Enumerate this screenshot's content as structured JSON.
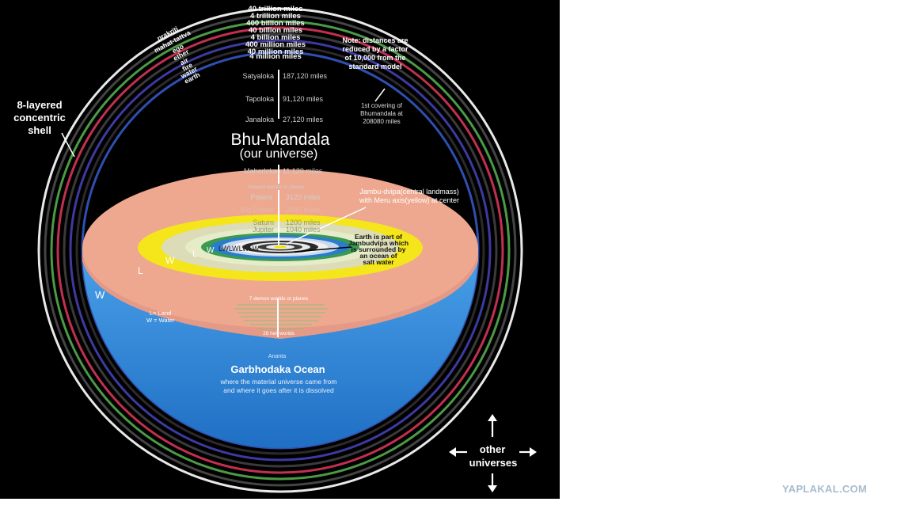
{
  "diagram": {
    "shell_distances": [
      "40 trillion miles",
      "4 trillion miles",
      "400 billion miles",
      "40 billion miles",
      "4 billion miles",
      "400 million miles",
      "40 million miles",
      "4 million miles"
    ],
    "shell_elements": [
      "prakriti",
      "mahat-tattva",
      "ego",
      "ether",
      "air",
      "fire",
      "water",
      "earth"
    ],
    "shell_label": [
      "8-layered",
      "concentric",
      "shell"
    ],
    "note": [
      "Note: distances are",
      "reduced by a factor",
      "of 10,000 from the",
      "standard model"
    ],
    "first_covering": [
      "1st covering of",
      "Bhumandala at",
      "208080 miles"
    ],
    "upper_planets": [
      {
        "name": "Satyaloka",
        "miles": "187,120 miles"
      },
      {
        "name": "Tapoloka",
        "miles": "91,120 miles"
      },
      {
        "name": "Janaloka",
        "miles": "27,120 miles"
      }
    ],
    "title": "Bhu-Mandala",
    "subtitle": "(our universe)",
    "maharloka": {
      "name": "Maharloka",
      "miles": "11,120 miles"
    },
    "heaven_label": "heaven worlds or planes",
    "inner_planets": [
      {
        "name": "Polaris",
        "miles": "3120 miles"
      },
      {
        "name": "Big Dipper",
        "miles": "2080 miles"
      },
      {
        "name": "Saturn",
        "miles": "1200 miles"
      },
      {
        "name": "Jupiter",
        "miles": "1040 miles"
      }
    ],
    "jambu_note": [
      "Jambu-dvipa(central landmass)",
      "with Meru axis(yellow) at center"
    ],
    "earth_note": [
      "Earth is part of",
      "Jambudvipa which",
      "is surrounded by",
      "an ocean of",
      "salt water"
    ],
    "ring_letters": {
      "l": "L",
      "w": "W",
      "lw_run": "LWLWLWLW"
    },
    "legend": [
      "L= Land",
      "W = Water"
    ],
    "demon_label": "7 demon worlds or planes",
    "hell_label": "28 hell worlds",
    "ananta": "Ananta",
    "ocean_title": "Garbhodaka Ocean",
    "ocean_desc": [
      "where the material universe came from",
      "and where it goes after it is dissolved"
    ],
    "other_universes": [
      "other",
      "universes"
    ],
    "colors": {
      "background": "#000000",
      "disc": "#f0a08a",
      "ocean": "#2f86d6",
      "meru": "#f2e600",
      "text": "#ffffff"
    }
  },
  "watermark": "YAPLAKAL.COM"
}
